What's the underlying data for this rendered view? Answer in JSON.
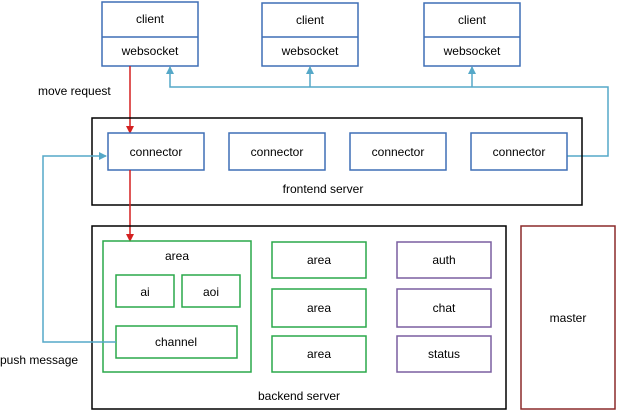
{
  "clients": [
    {
      "name": "client",
      "socket": "websocket"
    },
    {
      "name": "client",
      "socket": "websocket"
    },
    {
      "name": "client",
      "socket": "websocket"
    }
  ],
  "labels": {
    "move_request": "move request",
    "push_message": "push message"
  },
  "frontend": {
    "title": "frontend server",
    "connectors": [
      "connector",
      "connector",
      "connector",
      "connector"
    ]
  },
  "backend": {
    "title": "backend server",
    "main_area": {
      "title": "area",
      "ai": "ai",
      "aoi": "aoi",
      "channel": "channel"
    },
    "areas": [
      "area",
      "area",
      "area"
    ],
    "services": [
      "auth",
      "chat",
      "status"
    ]
  },
  "master": "master",
  "colors": {
    "client_border": "#3f6fb5",
    "connector_border": "#3f6fb5",
    "area_border": "#2aa84a",
    "service_border": "#7a5fa0",
    "master_border": "#8b2a2a",
    "red_arrow": "#d42020",
    "blue_line": "#55a8c8",
    "server_border": "#000000"
  }
}
